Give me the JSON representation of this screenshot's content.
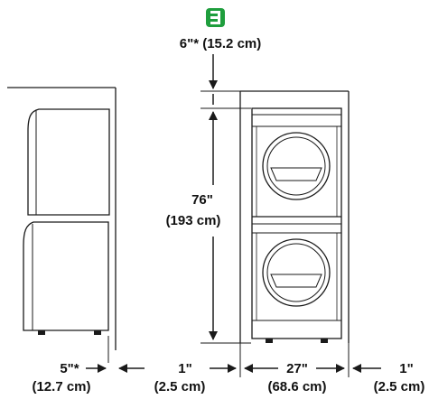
{
  "badge": {
    "letter": "3",
    "color": "#1f9e3d"
  },
  "dimensions": {
    "top_clearance": "6\"* (15.2 cm)",
    "height_in": "76\"",
    "height_cm": "(193 cm)",
    "side_clearance_in": "5\"*",
    "side_clearance_cm": "(12.7 cm)",
    "left_gap_in": "1\"",
    "left_gap_cm": "(2.5 cm)",
    "width_in": "27\"",
    "width_cm": "(68.6 cm)",
    "right_gap_in": "1\"",
    "right_gap_cm": "(2.5 cm)"
  },
  "icons": {
    "badge": "stacked-washer-dryer-icon",
    "side_unit": "side-view-stacked-unit",
    "front_unit": "front-view-stacked-unit"
  }
}
